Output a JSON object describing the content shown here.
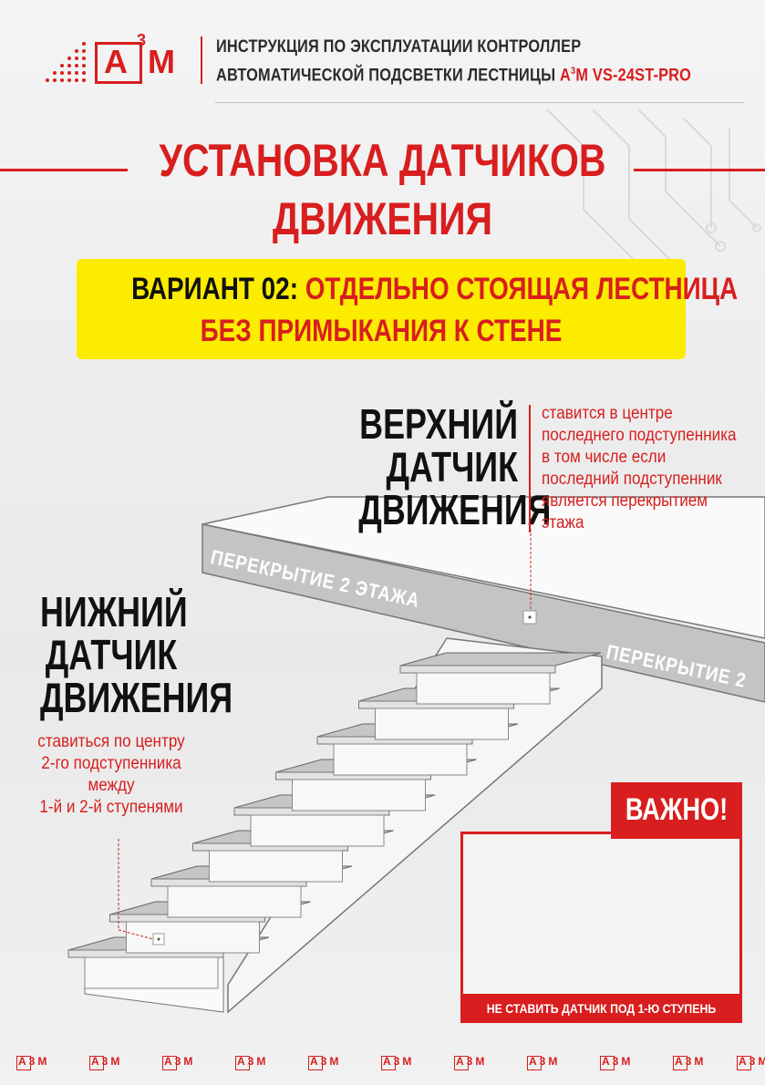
{
  "brand": {
    "logo_letter_a": "А",
    "logo_sup": "3",
    "logo_letter_m": "М",
    "color_red": "#d81e1e",
    "color_yellow": "#fbec00"
  },
  "header": {
    "line1": "ИНСТРУКЦИЯ ПО ЭКСПЛУАТАЦИИ КОНТРОЛЛЕР",
    "line2_black": "АВТОМАТИЧЕСКОЙ ПОДСВЕТКИ ЛЕСТНИЦЫ ",
    "line2_red_a": "А",
    "line2_red_sup": "3",
    "line2_red_rest": "М VS-24ST-PRO"
  },
  "title": {
    "line1": "УСТАНОВКА ДАТЧИКОВ",
    "line2": "ДВИЖЕНИЯ"
  },
  "variant": {
    "prefix": "ВАРИАНТ 02: ",
    "line1_red": "ОТДЕЛЬНО СТОЯЩАЯ ЛЕСТНИЦА",
    "line2": "БЕЗ ПРИМЫКАНИЯ К СТЕНЕ"
  },
  "upper_sensor": {
    "label": [
      "ВЕРХНИЙ",
      "ДАТЧИК",
      "ДВИЖЕНИЯ"
    ],
    "note": [
      "ставится в центре",
      "последнего подступенника",
      "в том числе если",
      "последний подступенник",
      "является перекрытием",
      "этажа"
    ]
  },
  "lower_sensor": {
    "label": [
      "НИЖНИЙ",
      "ДАТЧИК",
      "ДВИЖЕНИЯ"
    ],
    "note": [
      "ставиться по центру",
      "2-го подступенника",
      "между",
      "1-й и 2-й ступенями"
    ]
  },
  "floor_labels": {
    "left": "ПЕРЕКРЫТИЕ 2 ЭТАЖА",
    "right": "ПЕРЕКРЫТИЕ 2"
  },
  "important": {
    "title": "ВАЖНО!",
    "footer": "НЕ СТАВИТЬ ДАТЧИК ПОД 1-Ю СТУПЕНЬ"
  },
  "footer_logo_text": "А3М"
}
